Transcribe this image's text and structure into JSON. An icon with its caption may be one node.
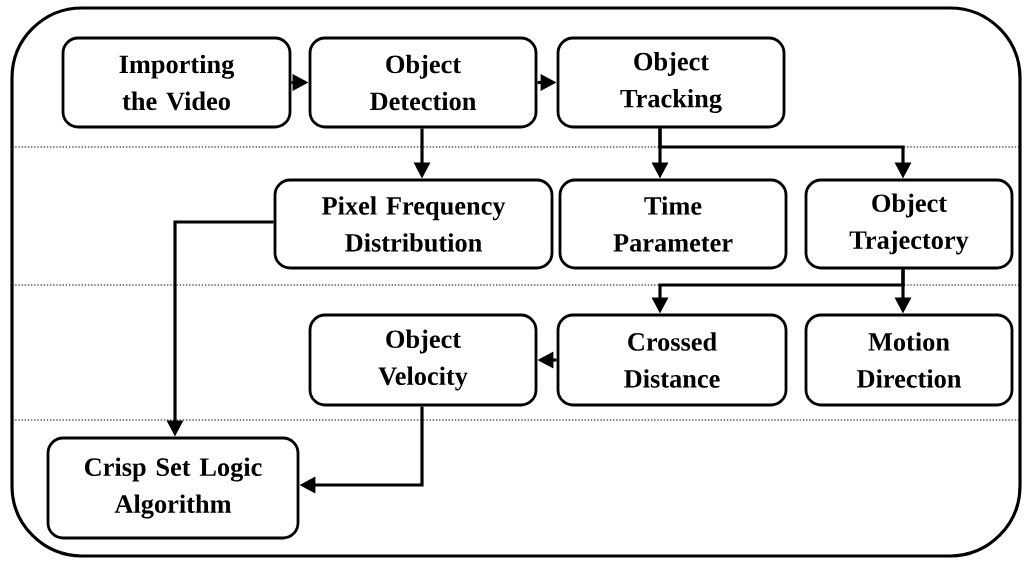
{
  "diagram": {
    "nodes": [
      {
        "text": [],
        "shape": "box"
      },
      {
        "text": [
          "Importing the Video"
        ],
        "in": 0
      },
      {
        "text": [
          "Object Detection"
        ],
        "in": 0
      },
      {
        "text": [
          "Object Tracking"
        ],
        "in": 0
      },
      {
        "text": [
          "Pixel Frequency Distribution"
        ],
        "in": 0
      },
      {
        "text": [
          "Time Parameter"
        ],
        "in": 0
      },
      {
        "text": [
          "Object Trajectory"
        ],
        "in": 0
      },
      {
        "text": [
          "Object Velocity"
        ],
        "in": 0
      },
      {
        "text": [
          "Crossed Distance"
        ],
        "in": 0
      },
      {
        "text": [
          "Motion Direction"
        ],
        "in": 0
      },
      {
        "text": [
          "Crisp Set Logic Algorithm"
        ],
        "in": 0
      }
    ],
    "edges": [
      {
        "from": 1,
        "to": 2,
        "arrow": "to"
      },
      {
        "from": 2,
        "to": 3,
        "arrow": "to"
      },
      {
        "from": 2,
        "to": 4,
        "arrow": "to"
      },
      {
        "from": 3,
        "to": 5,
        "arrow": "to"
      },
      {
        "from": 3,
        "to": 6,
        "arrow": "to"
      },
      {
        "from": 6,
        "to": 8,
        "arrow": "to"
      },
      {
        "from": 6,
        "to": 9,
        "arrow": "to"
      },
      {
        "from": 8,
        "to": 7,
        "arrow": "to"
      },
      {
        "from": 4,
        "to": 10,
        "arrow": "to"
      },
      {
        "from": 7,
        "to": 10,
        "arrow": "to"
      }
    ]
  }
}
